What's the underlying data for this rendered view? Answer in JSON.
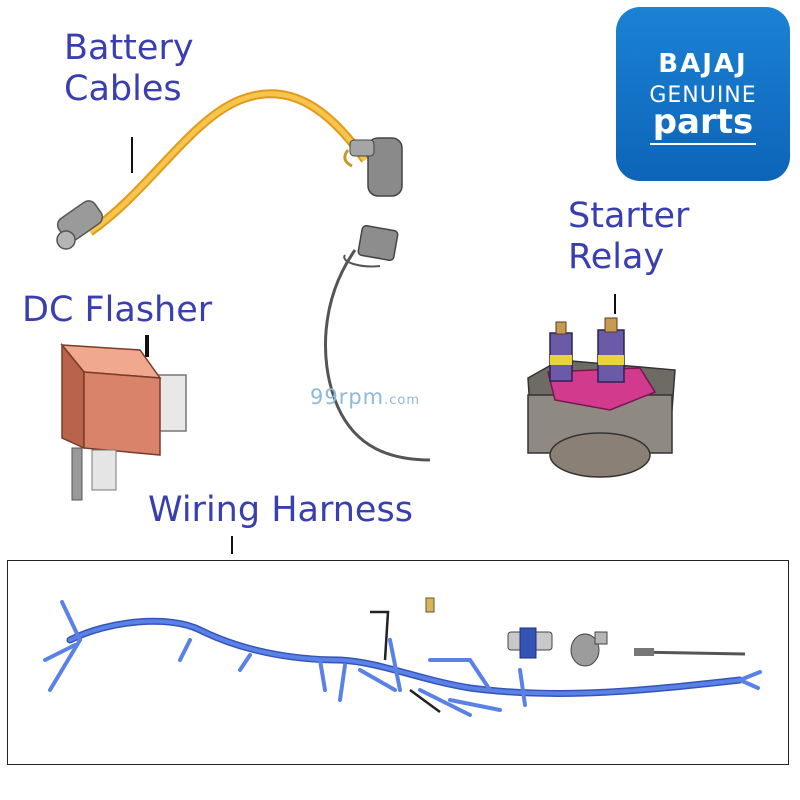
{
  "labels": {
    "battery_cables": [
      "Battery",
      "Cables"
    ],
    "dc_flasher": "DC Flasher",
    "starter_relay": [
      "Starter",
      "Relay"
    ],
    "wiring_harness": "Wiring Harness"
  },
  "logo": {
    "brand": "BAJAJ",
    "sub": "GENUINE",
    "parts": "parts"
  },
  "watermark": {
    "main": "99rpm",
    "suffix": ".com"
  },
  "colors": {
    "label": "#3a3fb0",
    "logo_bg": "#1075c8",
    "cable": "#f2b233",
    "harness": "#4a70d8",
    "flasher": "#d9846a",
    "relay_body": "#8e8a82",
    "relay_top": "#d23a8e"
  }
}
